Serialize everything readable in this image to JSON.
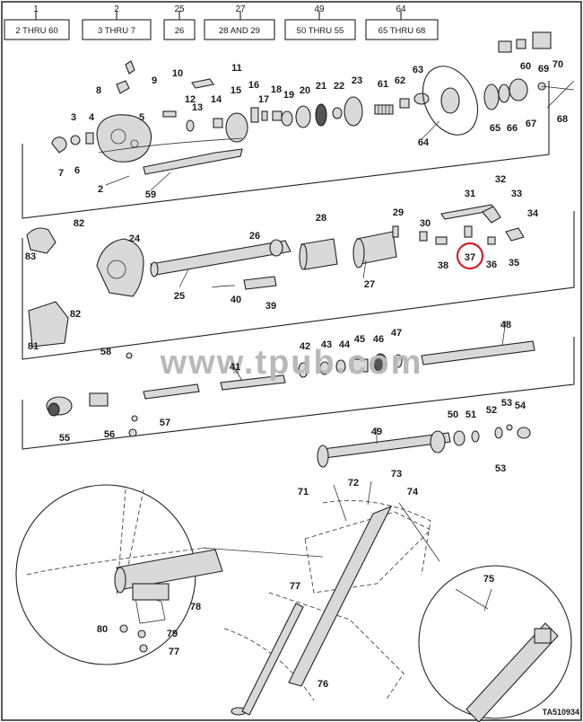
{
  "header": [
    {
      "number": "1",
      "range": "2 THRU 60"
    },
    {
      "number": "2",
      "range": "3 THRU 7"
    },
    {
      "number": "25",
      "range": "26"
    },
    {
      "number": "27",
      "range": "28 AND 29"
    },
    {
      "number": "49",
      "range": "50 THRU 55"
    },
    {
      "number": "64",
      "range": "65 THRU 68"
    }
  ],
  "callouts": [
    "2",
    "3",
    "4",
    "5",
    "6",
    "7",
    "8",
    "9",
    "10",
    "11",
    "12",
    "13",
    "14",
    "15",
    "16",
    "17",
    "18",
    "19",
    "20",
    "21",
    "22",
    "23",
    "24",
    "25",
    "26",
    "27",
    "28",
    "29",
    "30",
    "31",
    "32",
    "33",
    "34",
    "35",
    "36",
    "37",
    "38",
    "39",
    "40",
    "41",
    "42",
    "43",
    "44",
    "45",
    "46",
    "47",
    "48",
    "49",
    "50",
    "51",
    "52",
    "53",
    "54",
    "55",
    "56",
    "57",
    "58",
    "59",
    "60",
    "61",
    "62",
    "63",
    "64",
    "65",
    "66",
    "67",
    "68",
    "69",
    "70",
    "71",
    "72",
    "73",
    "74",
    "75",
    "76",
    "77",
    "78",
    "79",
    "80",
    "81",
    "82",
    "83"
  ],
  "highlighted_callout": "37",
  "highlight_color": "#d0202a",
  "watermark": "www.tpub.com",
  "reference_code": "TA510934"
}
